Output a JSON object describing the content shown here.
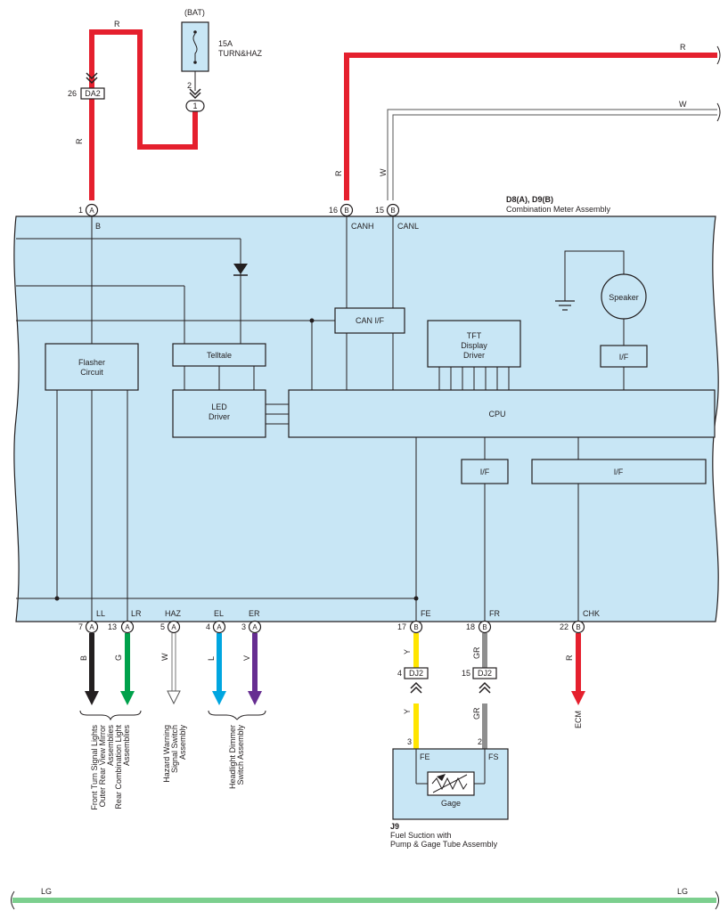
{
  "diagram": {
    "bat": {
      "label": "(BAT)",
      "fuse_amps": "15A",
      "fuse_name": "TURN&HAZ",
      "pin": "2",
      "conn": "1"
    },
    "da2": {
      "label": "DA2",
      "pin": "26"
    },
    "top_wires": {
      "r_left": "R",
      "r_left_vertical": "R",
      "r_right": "R",
      "w_right": "W",
      "r_vertical": "R",
      "w_vertical": "W"
    },
    "meter": {
      "id": "D8(A), D9(B)",
      "name": "Combination Meter Assembly",
      "top_pins": [
        {
          "num": "1",
          "conn": "A",
          "name": "B"
        },
        {
          "num": "16",
          "conn": "B",
          "name": "CANH"
        },
        {
          "num": "15",
          "conn": "B",
          "name": "CANL"
        }
      ],
      "blocks": {
        "flasher": [
          "Flasher",
          "Circuit"
        ],
        "telltale": "Telltale",
        "led": [
          "LED",
          "Driver"
        ],
        "can": "CAN I/F",
        "tft": [
          "TFT",
          "Display",
          "Driver"
        ],
        "speaker": "Speaker",
        "if_speaker": "I/F",
        "cpu": "CPU",
        "if_fr": "I/F",
        "if_chk": "I/F"
      },
      "bottom_pins": [
        {
          "num": "7",
          "conn": "A",
          "name": "LL",
          "color": "B"
        },
        {
          "num": "13",
          "conn": "A",
          "name": "LR",
          "color": "G"
        },
        {
          "num": "5",
          "conn": "A",
          "name": "HAZ",
          "color": "W"
        },
        {
          "num": "4",
          "conn": "A",
          "name": "EL",
          "color": "L"
        },
        {
          "num": "3",
          "conn": "A",
          "name": "ER",
          "color": "V"
        },
        {
          "num": "17",
          "conn": "B",
          "name": "FE",
          "color": "Y"
        },
        {
          "num": "18",
          "conn": "B",
          "name": "FR",
          "color": "GR"
        },
        {
          "num": "22",
          "conn": "B",
          "name": "CHK",
          "color": "R"
        }
      ]
    },
    "dj2": [
      {
        "label": "DJ2",
        "pin": "4",
        "color_below": "Y",
        "pin_below": "3"
      },
      {
        "label": "DJ2",
        "pin": "15",
        "color_below": "GR",
        "pin_below": "2"
      }
    ],
    "destinations": {
      "lights": [
        "Front Turn Signal Lights",
        "Outer Rear View Mirror",
        "Assemblies",
        "Rear Combination Light",
        "Assemblies"
      ],
      "hazard": [
        "Hazard Warning",
        "Signal Switch",
        "Assembly"
      ],
      "headlight": [
        "Headlight Dimmer",
        "Switch Assembly"
      ],
      "ecm": "ECM"
    },
    "gauge": {
      "id": "J9",
      "name_line1": "Fuel Suction with",
      "name_line2": "Pump & Gage Tube Assembly",
      "pin_fe": "FE",
      "pin_fs": "FS",
      "gage": "Gage"
    },
    "ground_bus": {
      "left": "LG",
      "right": "LG"
    }
  },
  "colors": {
    "red": "#e5202e",
    "green": "#00a14b",
    "cyan": "#00a6e0",
    "violet": "#662d91",
    "yellow": "#ffe500",
    "gray": "#8f8f8f",
    "lg": "#7ccf8e",
    "fill": "#c8e6f5"
  }
}
